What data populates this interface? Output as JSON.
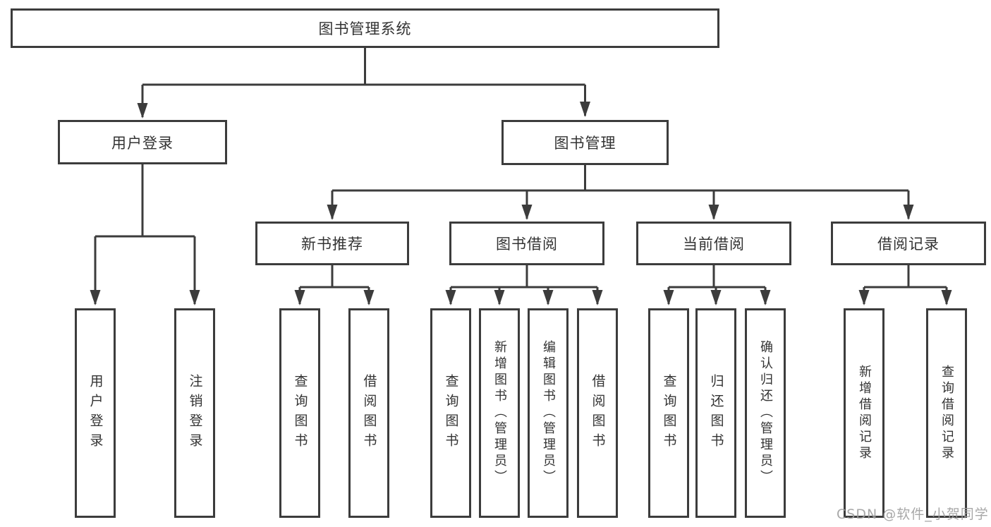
{
  "tree": {
    "root": {
      "label": "图书管理系统"
    },
    "branches": [
      {
        "label": "用户登录",
        "children": [
          {
            "label": "用户登录"
          },
          {
            "label": "注销登录"
          }
        ]
      },
      {
        "label": "图书管理",
        "children": [
          {
            "label": "新书推荐",
            "children": [
              {
                "label": "查询图书"
              },
              {
                "label": "借阅图书"
              }
            ]
          },
          {
            "label": "图书借阅",
            "children": [
              {
                "label": "查询图书"
              },
              {
                "label": "新增图书（管理员）"
              },
              {
                "label": "编辑图书（管理员）"
              },
              {
                "label": "借阅图书"
              }
            ]
          },
          {
            "label": "当前借阅",
            "children": [
              {
                "label": "查询图书"
              },
              {
                "label": "归还图书"
              },
              {
                "label": "确认归还（管理员）"
              }
            ]
          },
          {
            "label": "借阅记录",
            "children": [
              {
                "label": "新增借阅记录"
              },
              {
                "label": "查询借阅记录"
              }
            ]
          }
        ]
      }
    ]
  },
  "watermark": {
    "text": "CSDN @软件_小贺同学"
  },
  "colors": {
    "line": "#3c3c3c",
    "box_border": "#3c3c3c",
    "text": "#333333",
    "watermark": "#9e9e9e",
    "background": "#ffffff"
  }
}
